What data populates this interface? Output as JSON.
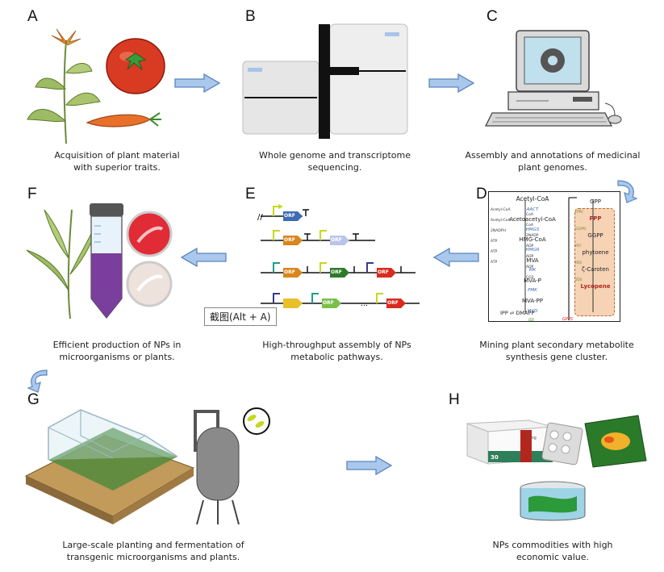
{
  "panels": {
    "A": {
      "letter": "A",
      "caption_line1": "Acquisition of plant material",
      "caption_line2": "with superior traits."
    },
    "B": {
      "letter": "B",
      "caption_line1": "Whole genome and transcriptome",
      "caption_line2": "sequencing."
    },
    "C": {
      "letter": "C",
      "caption_line1": "Assembly and annotations of medicinal",
      "caption_line2": "plant genomes."
    },
    "D": {
      "letter": "D",
      "caption_line1": "Mining plant secondary metabolite",
      "caption_line2": "synthesis gene cluster."
    },
    "E": {
      "letter": "E",
      "caption_line1": "High-throughput assembly of NPs",
      "caption_line2": "metabolic pathways."
    },
    "F": {
      "letter": "F",
      "caption_line1": "Efficient production of NPs in",
      "caption_line2": "microorganisms or plants."
    },
    "G": {
      "letter": "G",
      "caption_line1": "Large-scale planting and fermentation of",
      "caption_line2": "transgenic microorganisms and plants."
    },
    "H": {
      "letter": "H",
      "caption_line1": "NPs commodities with high",
      "caption_line2": "economic value."
    }
  },
  "pathway_mva": {
    "nodes": [
      "Acetyl-CoA",
      "Acetoacetyl-CoA",
      "HMG-CoA",
      "MVA",
      "MVA-P",
      "MVA-PP",
      "IPP",
      "DMAPP"
    ],
    "enzymes": [
      "AACT",
      "HMGS",
      "HMGR",
      "MK",
      "PMK",
      "MVD",
      "IDI"
    ],
    "cofactors": [
      "Acetyl-CoA",
      "CoA",
      "Acetyl-CoA",
      "CoA",
      "2NADPH",
      "2NADP",
      "ATP",
      "ADP",
      "ATP",
      "ADP",
      "ATP",
      "ADP",
      "CO2"
    ]
  },
  "pathway_carotenoid": {
    "nodes": [
      "GPP",
      "FPP",
      "GGPP",
      "phytoene",
      "ζ-Caroten",
      "Lycopene"
    ],
    "enzymes": [
      "FPPS",
      "GGPPS",
      "PSY",
      "PDS",
      "ZDS",
      "GPPS"
    ]
  },
  "construct_label": "ORF",
  "tooltip": "截图(Alt + A)",
  "packaging": {
    "box_number": "30",
    "box_dose": "8 mg"
  },
  "colors": {
    "arrow_fill": "#a9c8ec",
    "arrow_stroke": "#5b86c0",
    "orf_blue": "#3f6db3",
    "orf_orange": "#d9861c",
    "orf_green": "#4d9e3a",
    "orf_red": "#d92b1f",
    "fermenter": "#8a8a8a"
  }
}
